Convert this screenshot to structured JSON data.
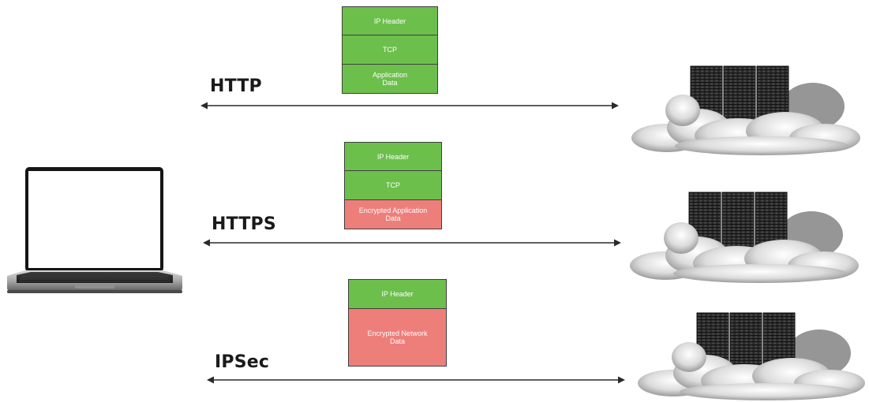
{
  "colors": {
    "plain_segment": "#6cbf4b",
    "encrypted_segment": "#ee7e7a",
    "arrow": "#2a2a2a",
    "label": "#1a1a1a"
  },
  "icons": {
    "client": "laptop-icon",
    "server": "cloud-server-icon"
  },
  "rows": {
    "http": {
      "label": "HTTP",
      "segments": [
        "IP Header",
        "TCP",
        "Application\nData"
      ]
    },
    "https": {
      "label": "HTTPS",
      "segments": [
        "IP Header",
        "TCP",
        "Encrypted Application\nData"
      ]
    },
    "ipsec": {
      "label": "IPSec",
      "segments": [
        "IP Header",
        "Encrypted Network\nData"
      ]
    }
  }
}
